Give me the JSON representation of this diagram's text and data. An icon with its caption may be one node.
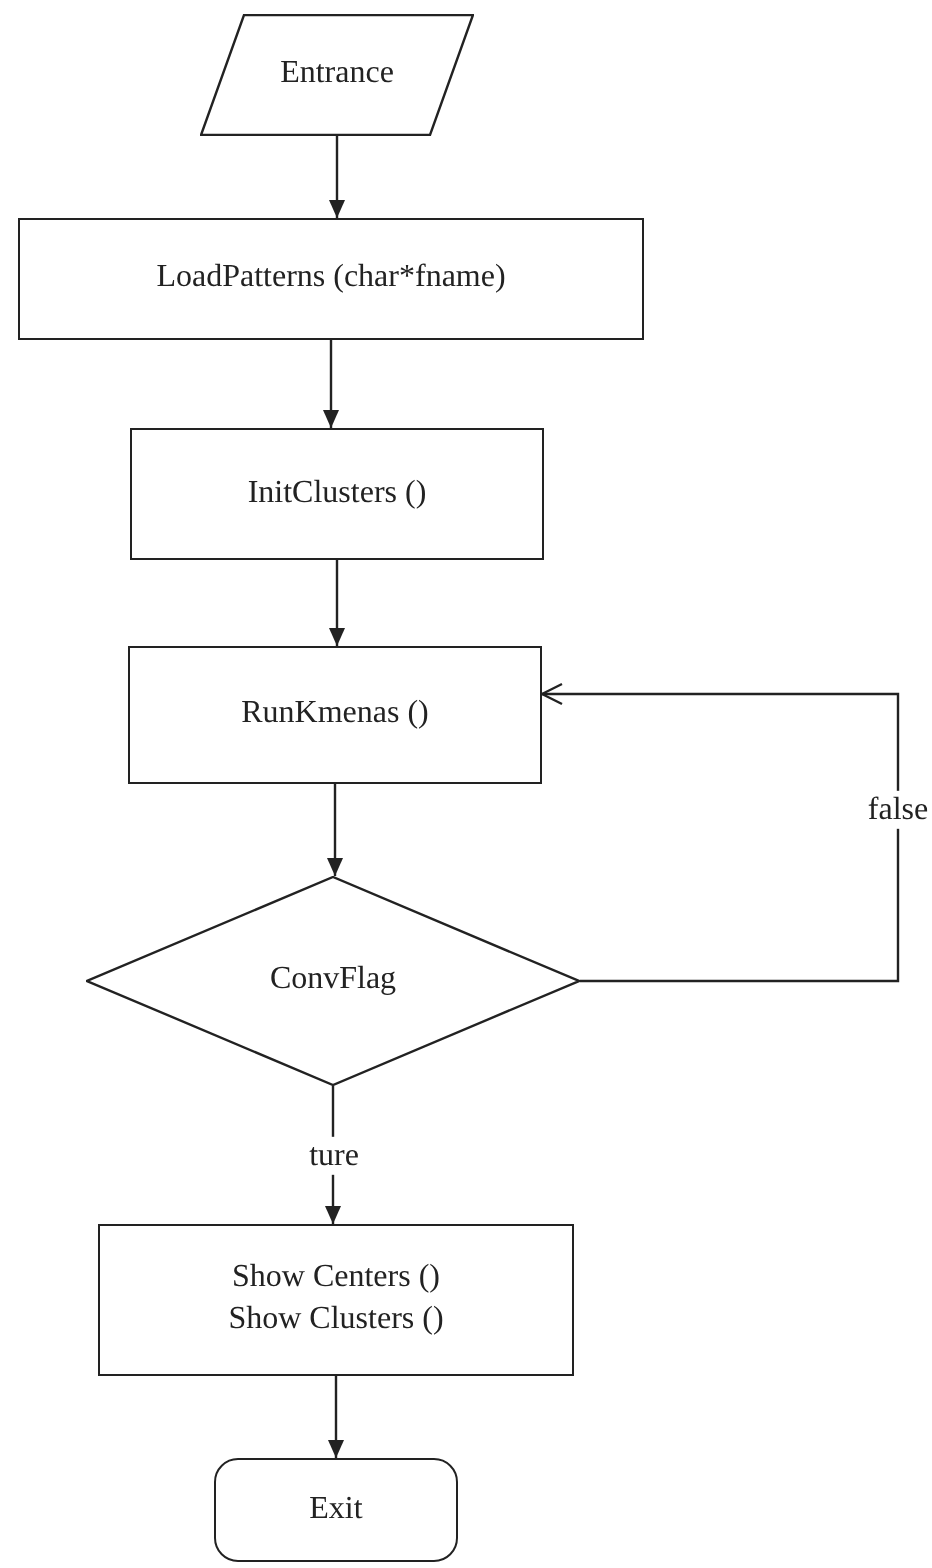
{
  "diagram": {
    "nodes": [
      {
        "text": [
          "Entrance"
        ]
      },
      {
        "text": [
          "LoadPatterns (char*fname)"
        ]
      },
      {
        "text": [
          "InitClusters ()"
        ]
      },
      {
        "text": [
          "RunKmenas ()"
        ]
      },
      {
        "text": [
          "ConvFlag"
        ]
      },
      {
        "text": [
          "Show Centers ()",
          "Show Clusters ()"
        ]
      },
      {
        "text": [
          "Exit"
        ]
      }
    ],
    "edges": [
      {
        "from": 0,
        "to": 1,
        "arrow": "to"
      },
      {
        "from": 1,
        "to": 2,
        "arrow": "to"
      },
      {
        "from": 2,
        "to": 3,
        "arrow": "to"
      },
      {
        "from": 3,
        "to": 4,
        "arrow": "to"
      },
      {
        "from": 4,
        "to": 5,
        "arrow": "to",
        "label": "ture"
      },
      {
        "from": 4,
        "to": 3,
        "arrow": "to",
        "label": "false"
      },
      {
        "from": 5,
        "to": 6,
        "arrow": "to"
      }
    ]
  }
}
